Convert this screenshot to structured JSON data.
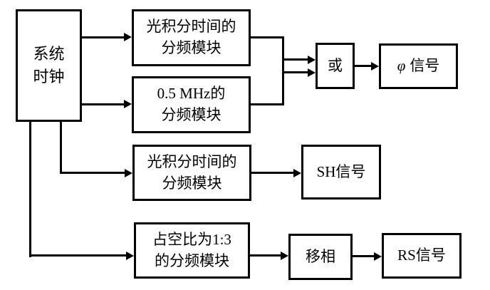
{
  "diagram": {
    "background": "#ffffff",
    "stroke_color": "#000000",
    "text_color": "#000000",
    "nodes": {
      "clock": {
        "lines": [
          "系统",
          "时钟"
        ]
      },
      "int_div_top": {
        "lines": [
          "光积分时间的",
          "分频模块"
        ]
      },
      "mhz_div": {
        "lines": [
          "0.5 MHz的",
          "分频模块"
        ]
      },
      "or_gate": {
        "label": "或"
      },
      "phi_signal": {
        "symbol": "φ",
        "label": "信号"
      },
      "int_div_mid": {
        "lines": [
          "光积分时间的",
          "分频模块"
        ]
      },
      "sh_signal": {
        "label": "SH信号"
      },
      "duty_div": {
        "lines": [
          "占空比为1:3",
          "的分频模块"
        ]
      },
      "phase_shift": {
        "label": "移相"
      },
      "rs_signal": {
        "label": "RS信号"
      }
    },
    "edges": [
      {
        "from": "clock",
        "to": "int_div_top"
      },
      {
        "from": "clock",
        "to": "mhz_div"
      },
      {
        "from": "int_div_top",
        "to": "or_gate"
      },
      {
        "from": "mhz_div",
        "to": "or_gate"
      },
      {
        "from": "or_gate",
        "to": "phi_signal"
      },
      {
        "from": "clock",
        "to": "int_div_mid"
      },
      {
        "from": "int_div_mid",
        "to": "sh_signal"
      },
      {
        "from": "clock",
        "to": "duty_div"
      },
      {
        "from": "duty_div",
        "to": "phase_shift"
      },
      {
        "from": "phase_shift",
        "to": "rs_signal"
      }
    ]
  }
}
